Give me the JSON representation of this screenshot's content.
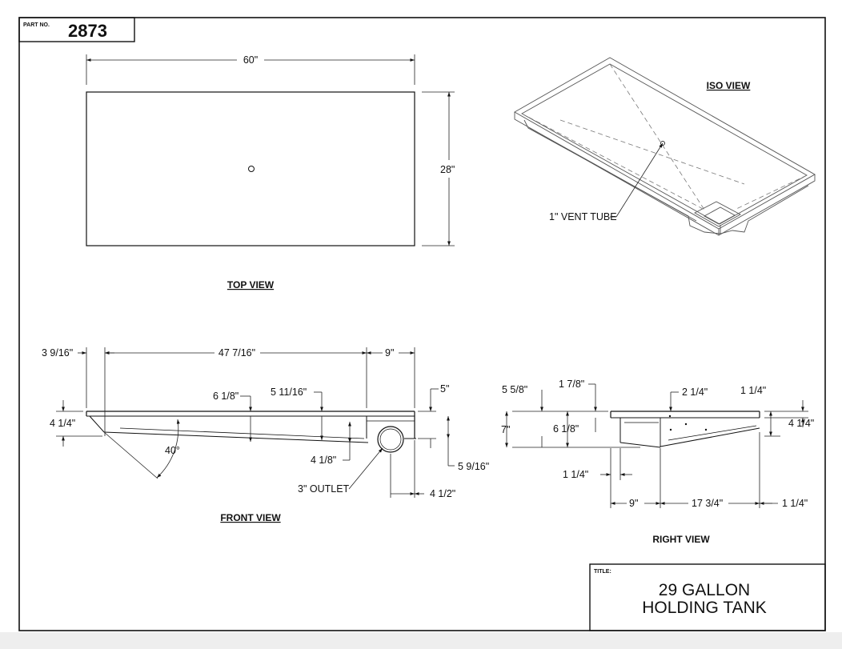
{
  "part_no": {
    "label": "PART NO.",
    "value": "2873"
  },
  "title_block": {
    "label": "TITLE:",
    "line1": "29 GALLON",
    "line2": "HOLDING TANK"
  },
  "views": {
    "top": "TOP VIEW",
    "iso": "ISO VIEW",
    "front": "FRONT VIEW",
    "right": "RIGHT VIEW"
  },
  "top_view": {
    "width": "60\"",
    "height": "28\""
  },
  "iso_view": {
    "callout": "1\" VENT TUBE"
  },
  "front_view": {
    "d_3_9_16": "3 9/16\"",
    "d_47_7_16": "47 7/16\"",
    "d_9": "9\"",
    "d_6_1_8": "6 1/8\"",
    "d_5_11_16": "5 11/16\"",
    "d_5": "5\"",
    "d_4_1_4": "4 1/4\"",
    "d_40": "40°",
    "d_4_1_8": "4 1/8\"",
    "d_5_9_16": "5 9/16\"",
    "d_4_1_2": "4 1/2\"",
    "outlet": "3\" OUTLET"
  },
  "right_view": {
    "d_5_5_8": "5 5/8\"",
    "d_1_7_8": "1 7/8\"",
    "d_2_1_4": "2 1/4\"",
    "d_1_1_4_top": "1 1/4\"",
    "d_7": "7\"",
    "d_6_1_8": "6 1/8\"",
    "d_4_1_4": "4 1/4\"",
    "d_1_1_4_mid": "1 1/4\"",
    "d_9": "9\"",
    "d_17_3_4": "17 3/4\"",
    "d_1_1_4_bot": "1 1/4\""
  }
}
